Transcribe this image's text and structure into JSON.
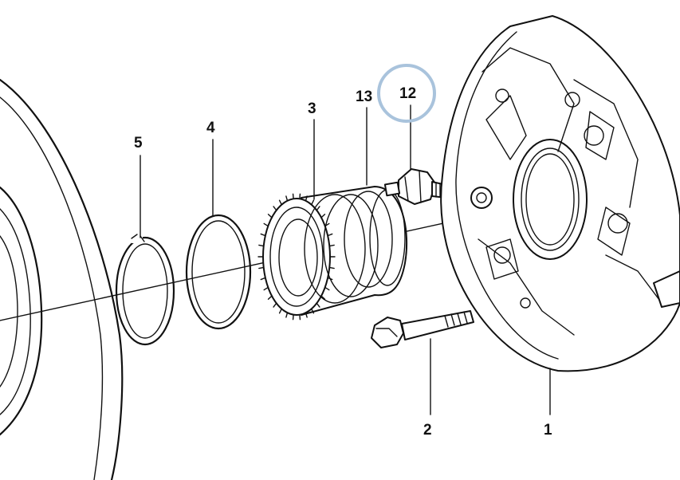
{
  "diagram": {
    "labels": {
      "part_1": "1",
      "part_2": "2",
      "part_3": "3",
      "part_4": "4",
      "part_5": "5",
      "part_12": "12",
      "part_13": "13"
    },
    "highlight_color": "#a9c3dc",
    "highlighted_part": "12"
  }
}
